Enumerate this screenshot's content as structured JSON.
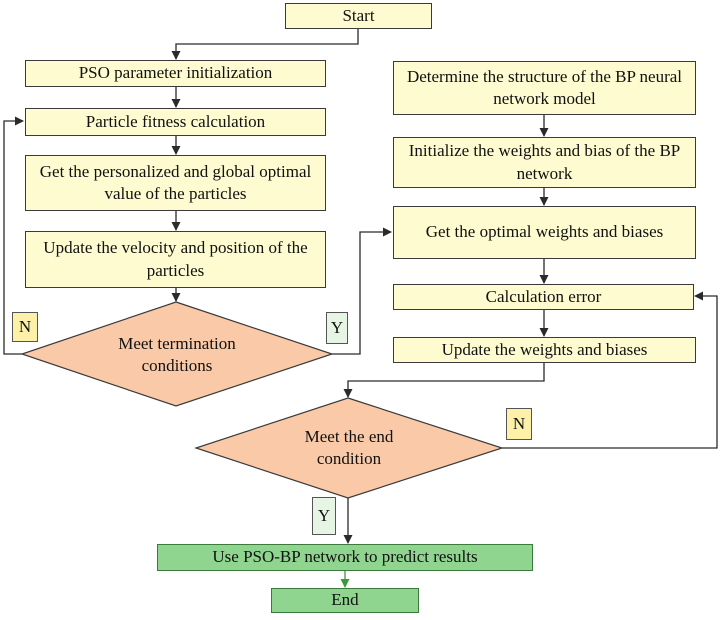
{
  "colors": {
    "process_fill": "#fdfbcf",
    "decision_fill": "#f9c9a8",
    "terminal_fill": "#8fd48f",
    "no_tag_fill": "#fdf0a8",
    "yes_tag_fill": "#e6f5e4",
    "line": "#2b2b2b"
  },
  "pso": {
    "start": "Start",
    "init": "PSO parameter initialization",
    "fitness": "Particle fitness calculation",
    "best": "Get the personalized  and global optimal value of the particles",
    "update": "Update the velocity and position of the particles",
    "decision": "Meet termination conditions",
    "no_label": "N",
    "yes_label": "Y"
  },
  "bp": {
    "structure": "Determine the structure of the BP neural network model",
    "init": "Initialize the weights and bias of the BP network",
    "optimal": "Get the optimal weights and biases",
    "error": "Calculation error",
    "update": "Update the  weights and biases",
    "decision": "Meet the end condition",
    "no_label": "N",
    "yes_label": "Y",
    "predict": "Use PSO-BP network to predict results",
    "end": "End"
  }
}
